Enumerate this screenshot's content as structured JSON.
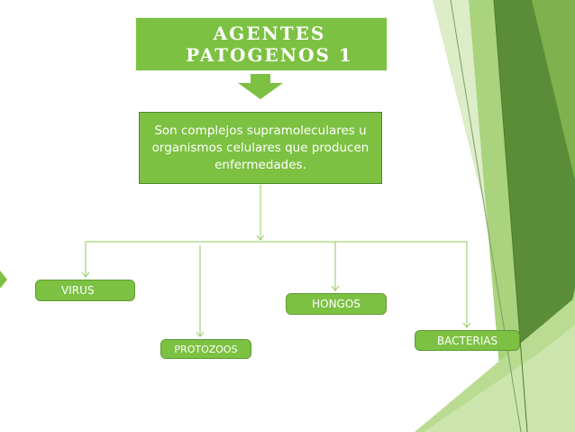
{
  "title": "AGENTES PATOGENOS 1",
  "definition": "Son complejos supramoleculares u organismos celulares que producen enfermedades.",
  "nodes": {
    "virus": "VIRUS",
    "hongos": "HONGOS",
    "protozoos": "PROTOZOOS",
    "bacterias": "BACTERIAS"
  },
  "colors": {
    "box_green": "#7dc142",
    "arrow_green": "#7dc142",
    "connector_green": "#8cc85a",
    "bg_dark_green": "#5f8f3c",
    "bg_light_green": "#a8d47a",
    "bg_pale_green": "#d8ecc2",
    "text_white": "#ffffff"
  }
}
